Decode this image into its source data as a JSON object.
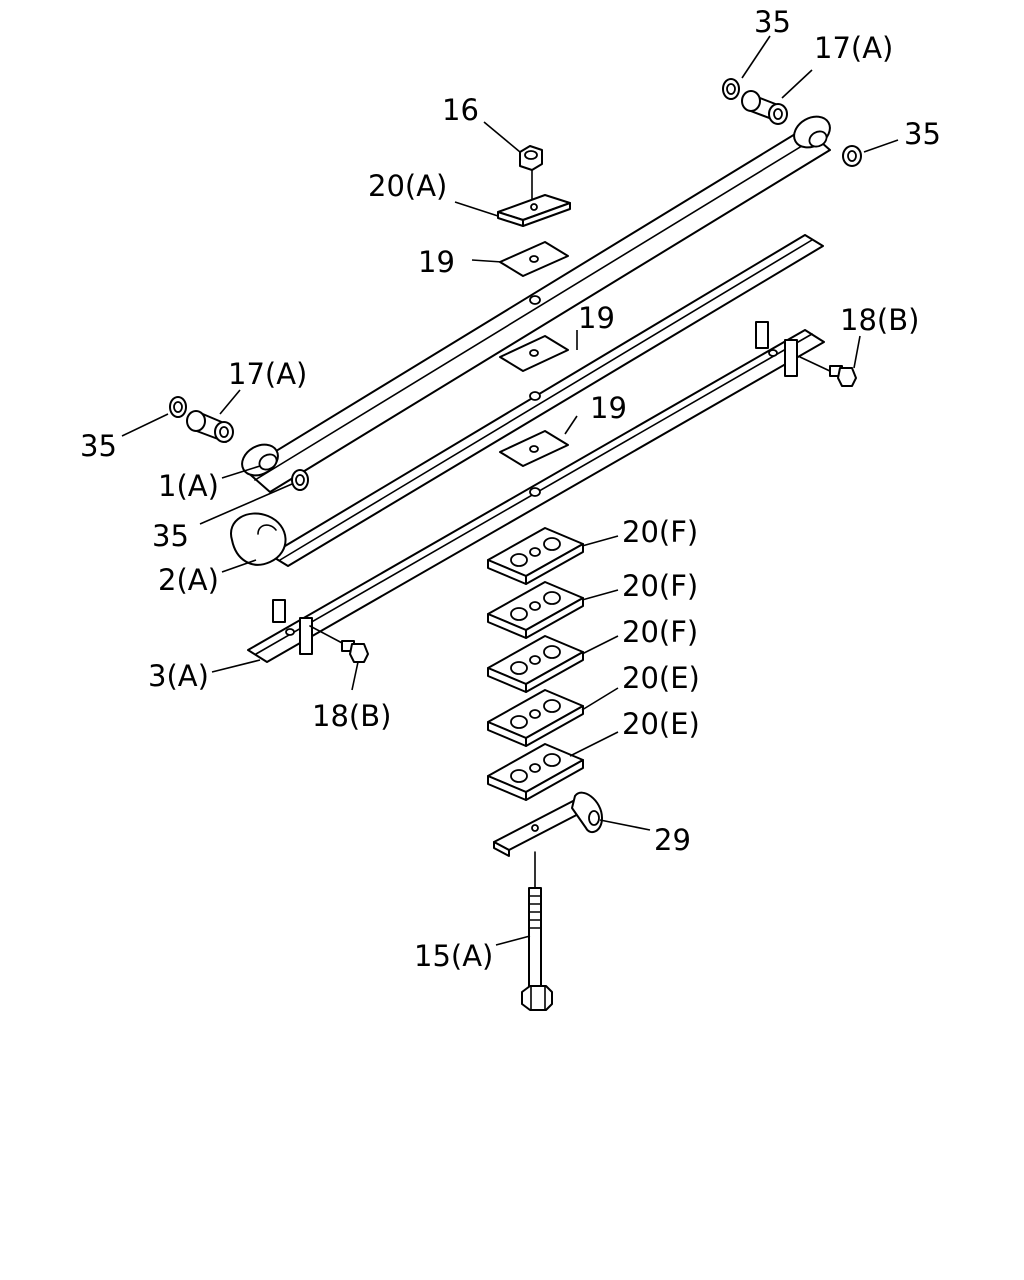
{
  "callouts": {
    "c35_top": "35",
    "c17a_top": "17(A)",
    "c35_right": "35",
    "c16": "16",
    "c20a": "20(A)",
    "c19_upper": "19",
    "c19_middle": "19",
    "c19_lower": "19",
    "c18b_right": "18(B)",
    "c17a_left": "17(A)",
    "c35_left": "35",
    "c1a": "1(A)",
    "c35_lower": "35",
    "c2a": "2(A)",
    "c3a": "3(A)",
    "c18b_left": "18(B)",
    "c20f_1": "20(F)",
    "c20f_2": "20(F)",
    "c20f_3": "20(F)",
    "c20e_1": "20(E)",
    "c20e_2": "20(E)",
    "c29": "29",
    "c15a": "15(A)"
  },
  "colors": {
    "line": "#000000",
    "background": "#ffffff"
  }
}
